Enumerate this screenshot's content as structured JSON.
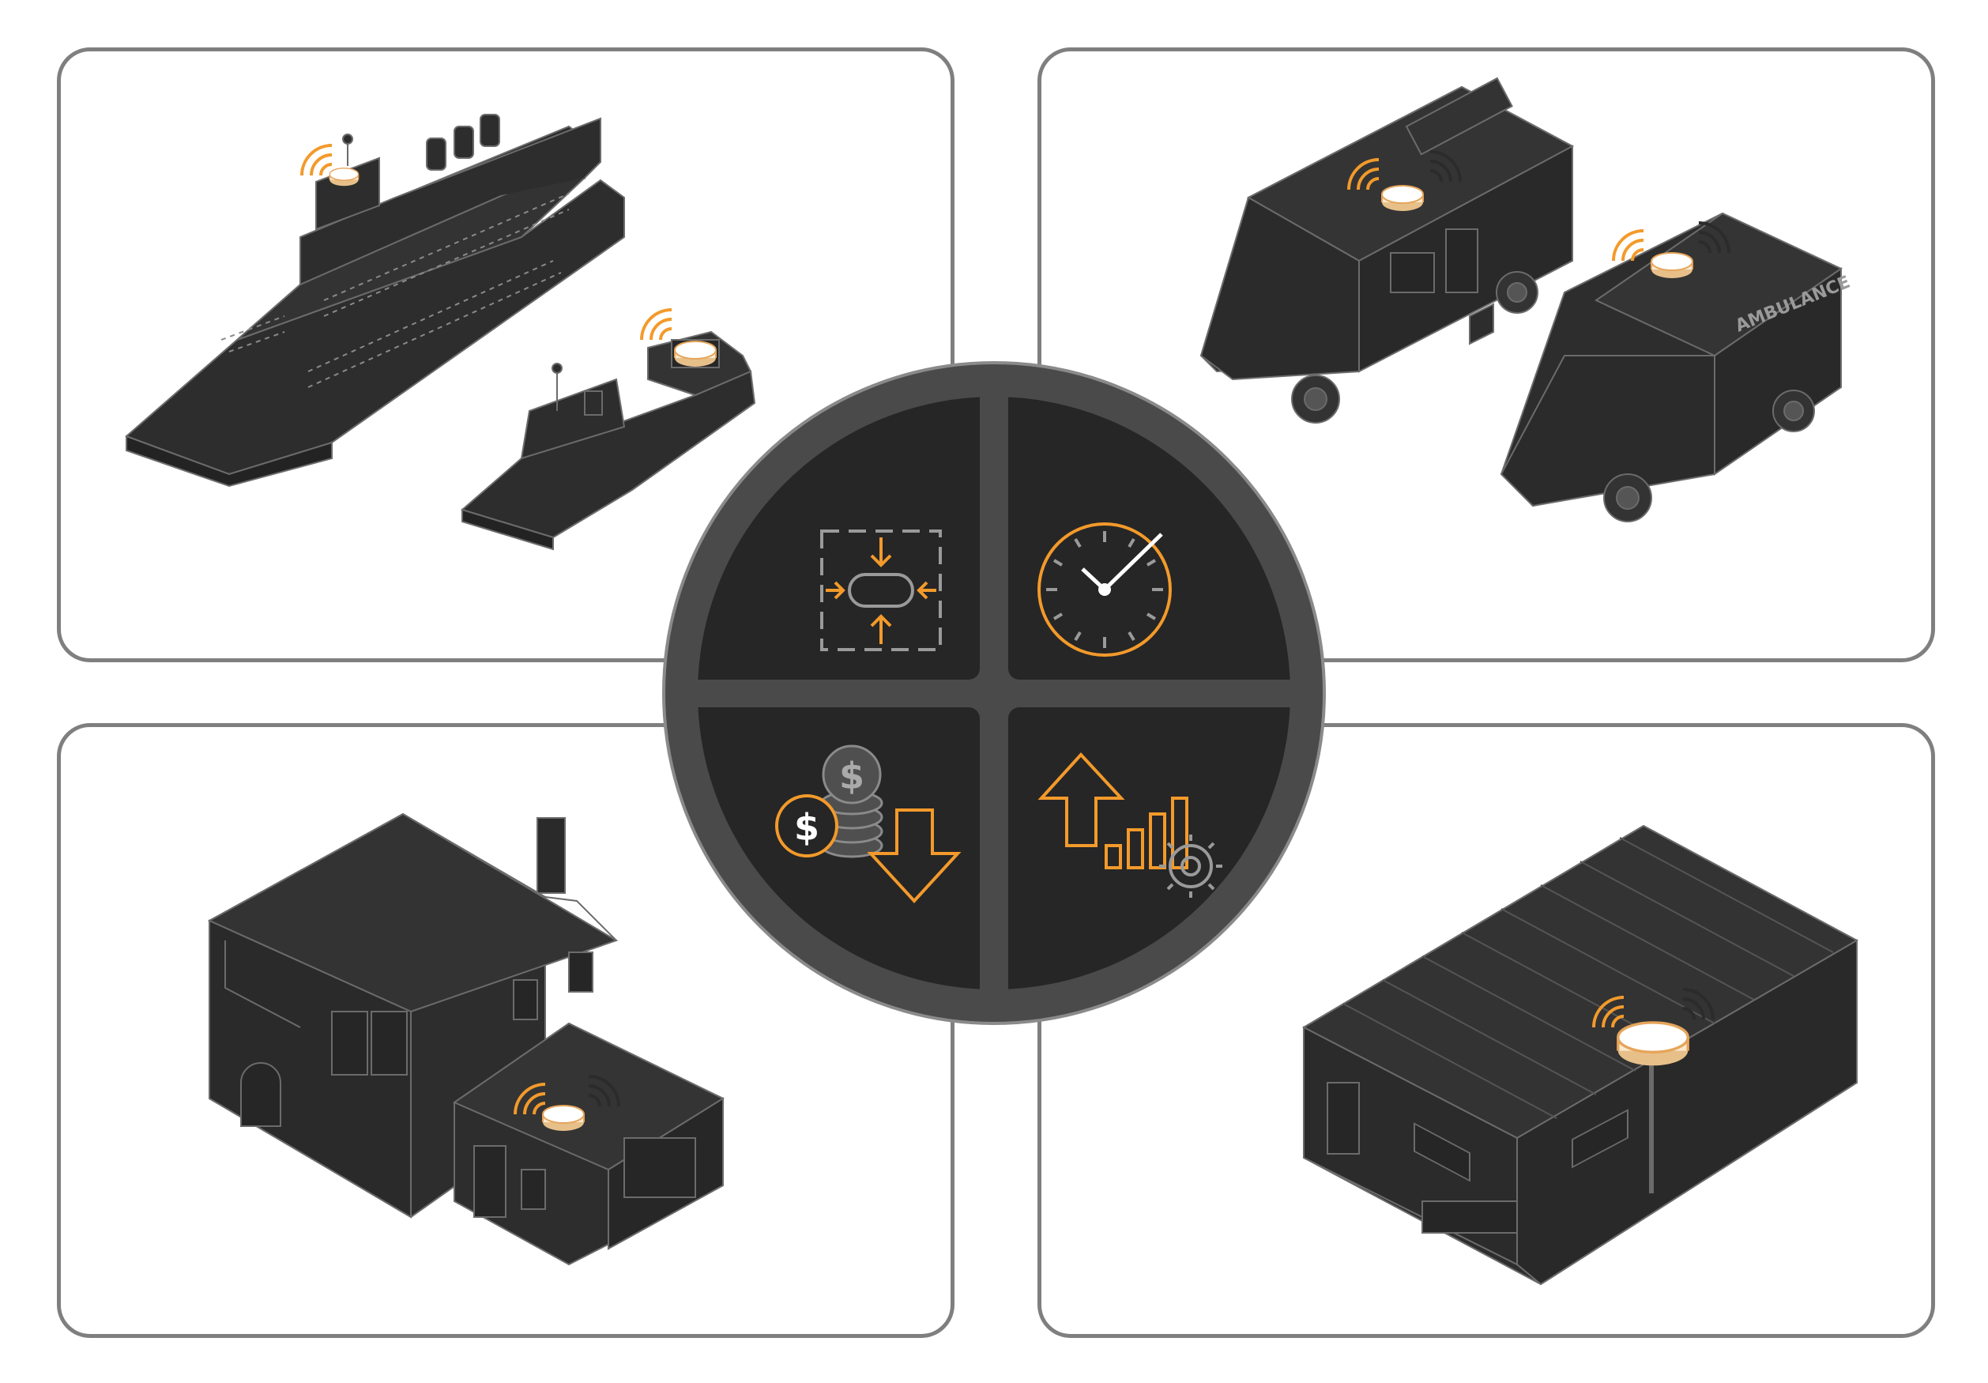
{
  "colors": {
    "accent": "#f39a2b",
    "vehicle_fill": "#2d2d2d",
    "vehicle_line": "#6b6b6b",
    "hub_ring": "#4a4a4a",
    "hub_quadrant": "#262626",
    "panel_border": "#7f7f7f",
    "icon_grey": "#9a9a9a"
  },
  "panels": [
    {
      "id": "marine",
      "icon": "ships-with-gnss-antenna-icon"
    },
    {
      "id": "vehicles",
      "icon": "rv-and-ambulance-with-gnss-antenna-icon"
    },
    {
      "id": "residential",
      "icon": "house-with-gnss-antenna-icon"
    },
    {
      "id": "industrial",
      "icon": "warehouse-with-gnss-antenna-icon"
    }
  ],
  "hub": {
    "quadrants": [
      {
        "id": "compact",
        "icon": "compact-size-icon"
      },
      {
        "id": "timing",
        "icon": "clock-icon"
      },
      {
        "id": "cost",
        "icon": "lower-cost-icon",
        "currency_symbol": "$"
      },
      {
        "id": "performance",
        "icon": "improved-performance-icon"
      }
    ]
  },
  "labels": {
    "ambulance": "AMBULANCE"
  }
}
